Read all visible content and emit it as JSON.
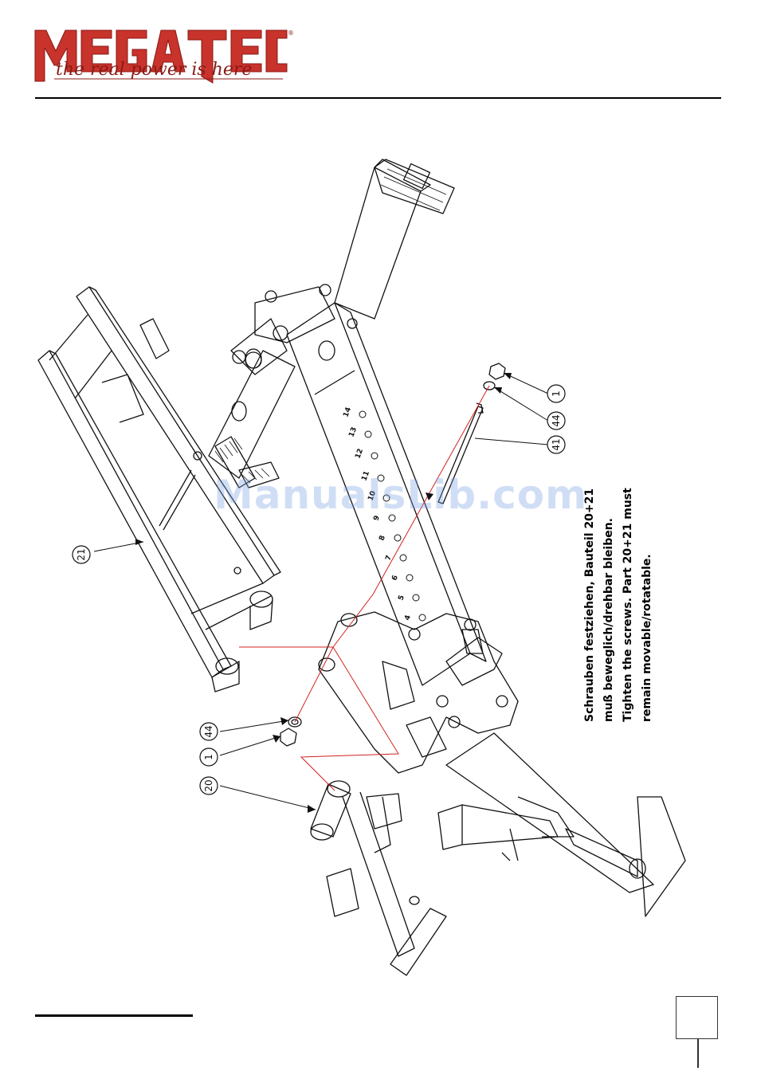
{
  "brand": {
    "name": "MEGATEC",
    "tagline": "the real power is here",
    "registered": "®",
    "color_red": "#c8332b",
    "color_dark_red": "#8a1a16"
  },
  "drawing": {
    "callouts": [
      "21",
      "1",
      "44",
      "41",
      "44",
      "1",
      "20"
    ],
    "hole_numbers": [
      "14",
      "13",
      "12",
      "11",
      "10",
      "9",
      "8",
      "7",
      "6",
      "5",
      "4"
    ]
  },
  "instructions": {
    "line1": "Schrauben festziehen, Bauteil 20+21",
    "line2": "muß beweglich/drehbar bleiben.",
    "line3": "Tighten the screws. Part 20+21 must",
    "line4": "remain movable/rotatable."
  },
  "watermark": "ManualsLib.com",
  "page_number": ""
}
